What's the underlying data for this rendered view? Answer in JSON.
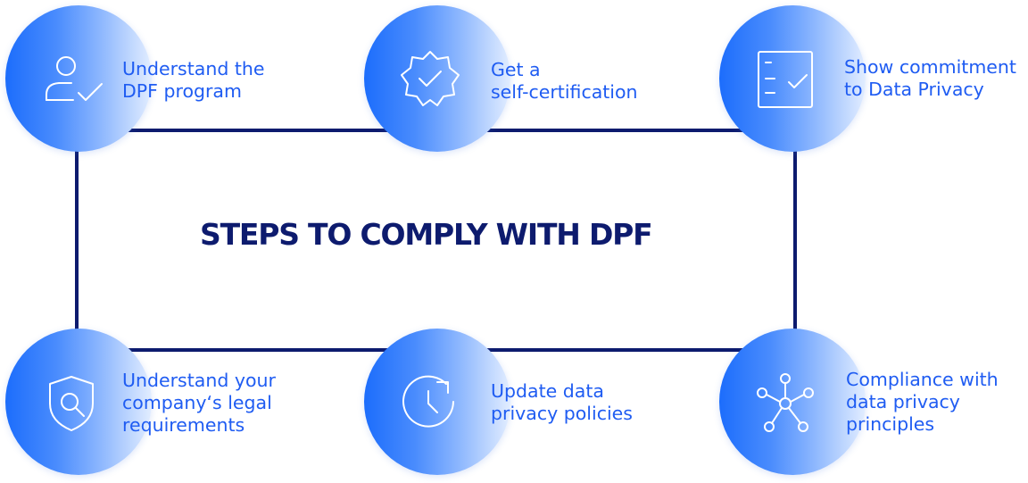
{
  "title": "STEPS TO COMPLY WITH DPF",
  "steps": [
    {
      "id": "understand-dpf",
      "icon": "user-check-icon",
      "lines": [
        "Understand the",
        "DPF program"
      ]
    },
    {
      "id": "self-certification",
      "icon": "badge-check-icon",
      "lines": [
        "Get a",
        "self-certification"
      ]
    },
    {
      "id": "show-commitment",
      "icon": "checklist-icon",
      "lines": [
        "Show commitment",
        "to Data Privacy"
      ]
    },
    {
      "id": "legal-requirements",
      "icon": "shield-search-icon",
      "lines": [
        "Understand your",
        "company‘s legal",
        "requirements"
      ]
    },
    {
      "id": "update-policies",
      "icon": "clock-refresh-icon",
      "lines": [
        "Update data",
        "privacy policies"
      ]
    },
    {
      "id": "compliance-principles",
      "icon": "network-icon",
      "lines": [
        "Compliance with",
        "data privacy",
        "principles"
      ]
    }
  ],
  "colors": {
    "frame": "#0d1b6e",
    "title": "#0d1b6e",
    "label": "#1f5cf2",
    "circle_start": "#1c6dfc",
    "circle_end": "#e2edff",
    "icon_stroke": "#ffffff"
  }
}
